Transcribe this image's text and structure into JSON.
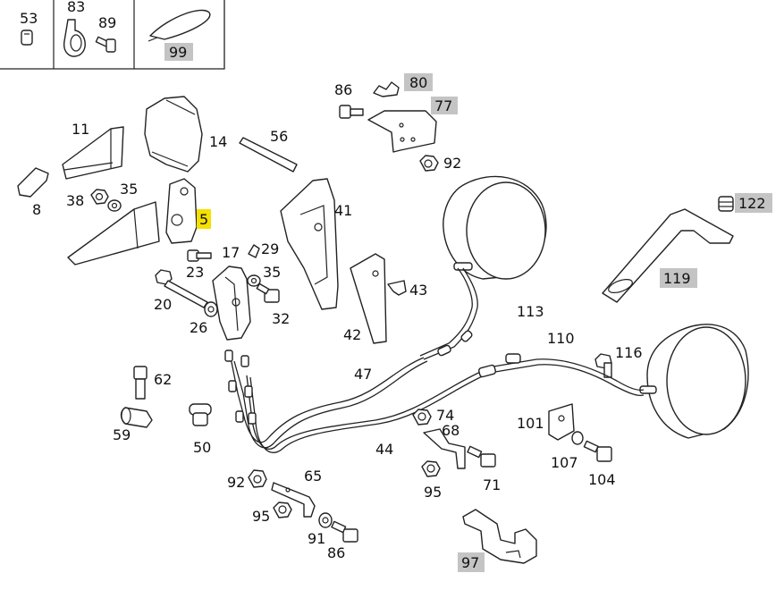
{
  "diagram": {
    "colors": {
      "highlight_grey": "#c4c4c4",
      "highlight_yellow": "#f5e100",
      "line": "#222222",
      "background": "#ffffff"
    },
    "legend_box": {
      "cells": [
        {
          "parts": [
            "53"
          ]
        },
        {
          "parts": [
            "83",
            "89"
          ]
        },
        {
          "parts": [
            "99"
          ]
        }
      ]
    },
    "labels": {
      "p53": "53",
      "p83": "83",
      "p89": "89",
      "p99": "99",
      "p86a": "86",
      "p80": "80",
      "p77": "77",
      "p92a": "92",
      "p11": "11",
      "p14": "14",
      "p56": "56",
      "p8": "8",
      "p38": "38",
      "p35a": "35",
      "p5": "5",
      "p41": "41",
      "p122": "122",
      "p119": "119",
      "p17": "17",
      "p29": "29",
      "p35b": "35",
      "p23": "23",
      "p20": "20",
      "p32": "32",
      "p43": "43",
      "p42": "42",
      "p26": "26",
      "p113": "113",
      "p110": "110",
      "p116": "116",
      "p62": "62",
      "p47": "47",
      "p59": "59",
      "p50": "50",
      "p74": "74",
      "p68": "68",
      "p101": "101",
      "p44": "44",
      "p107": "107",
      "p104": "104",
      "p92b": "92",
      "p65": "65",
      "p95a": "95",
      "p71": "71",
      "p95b": "95",
      "p91": "91",
      "p86b": "86",
      "p97": "97"
    },
    "highlighted_grey": [
      "99",
      "80",
      "77",
      "122",
      "119",
      "97"
    ],
    "highlighted_yellow": [
      "5"
    ]
  }
}
